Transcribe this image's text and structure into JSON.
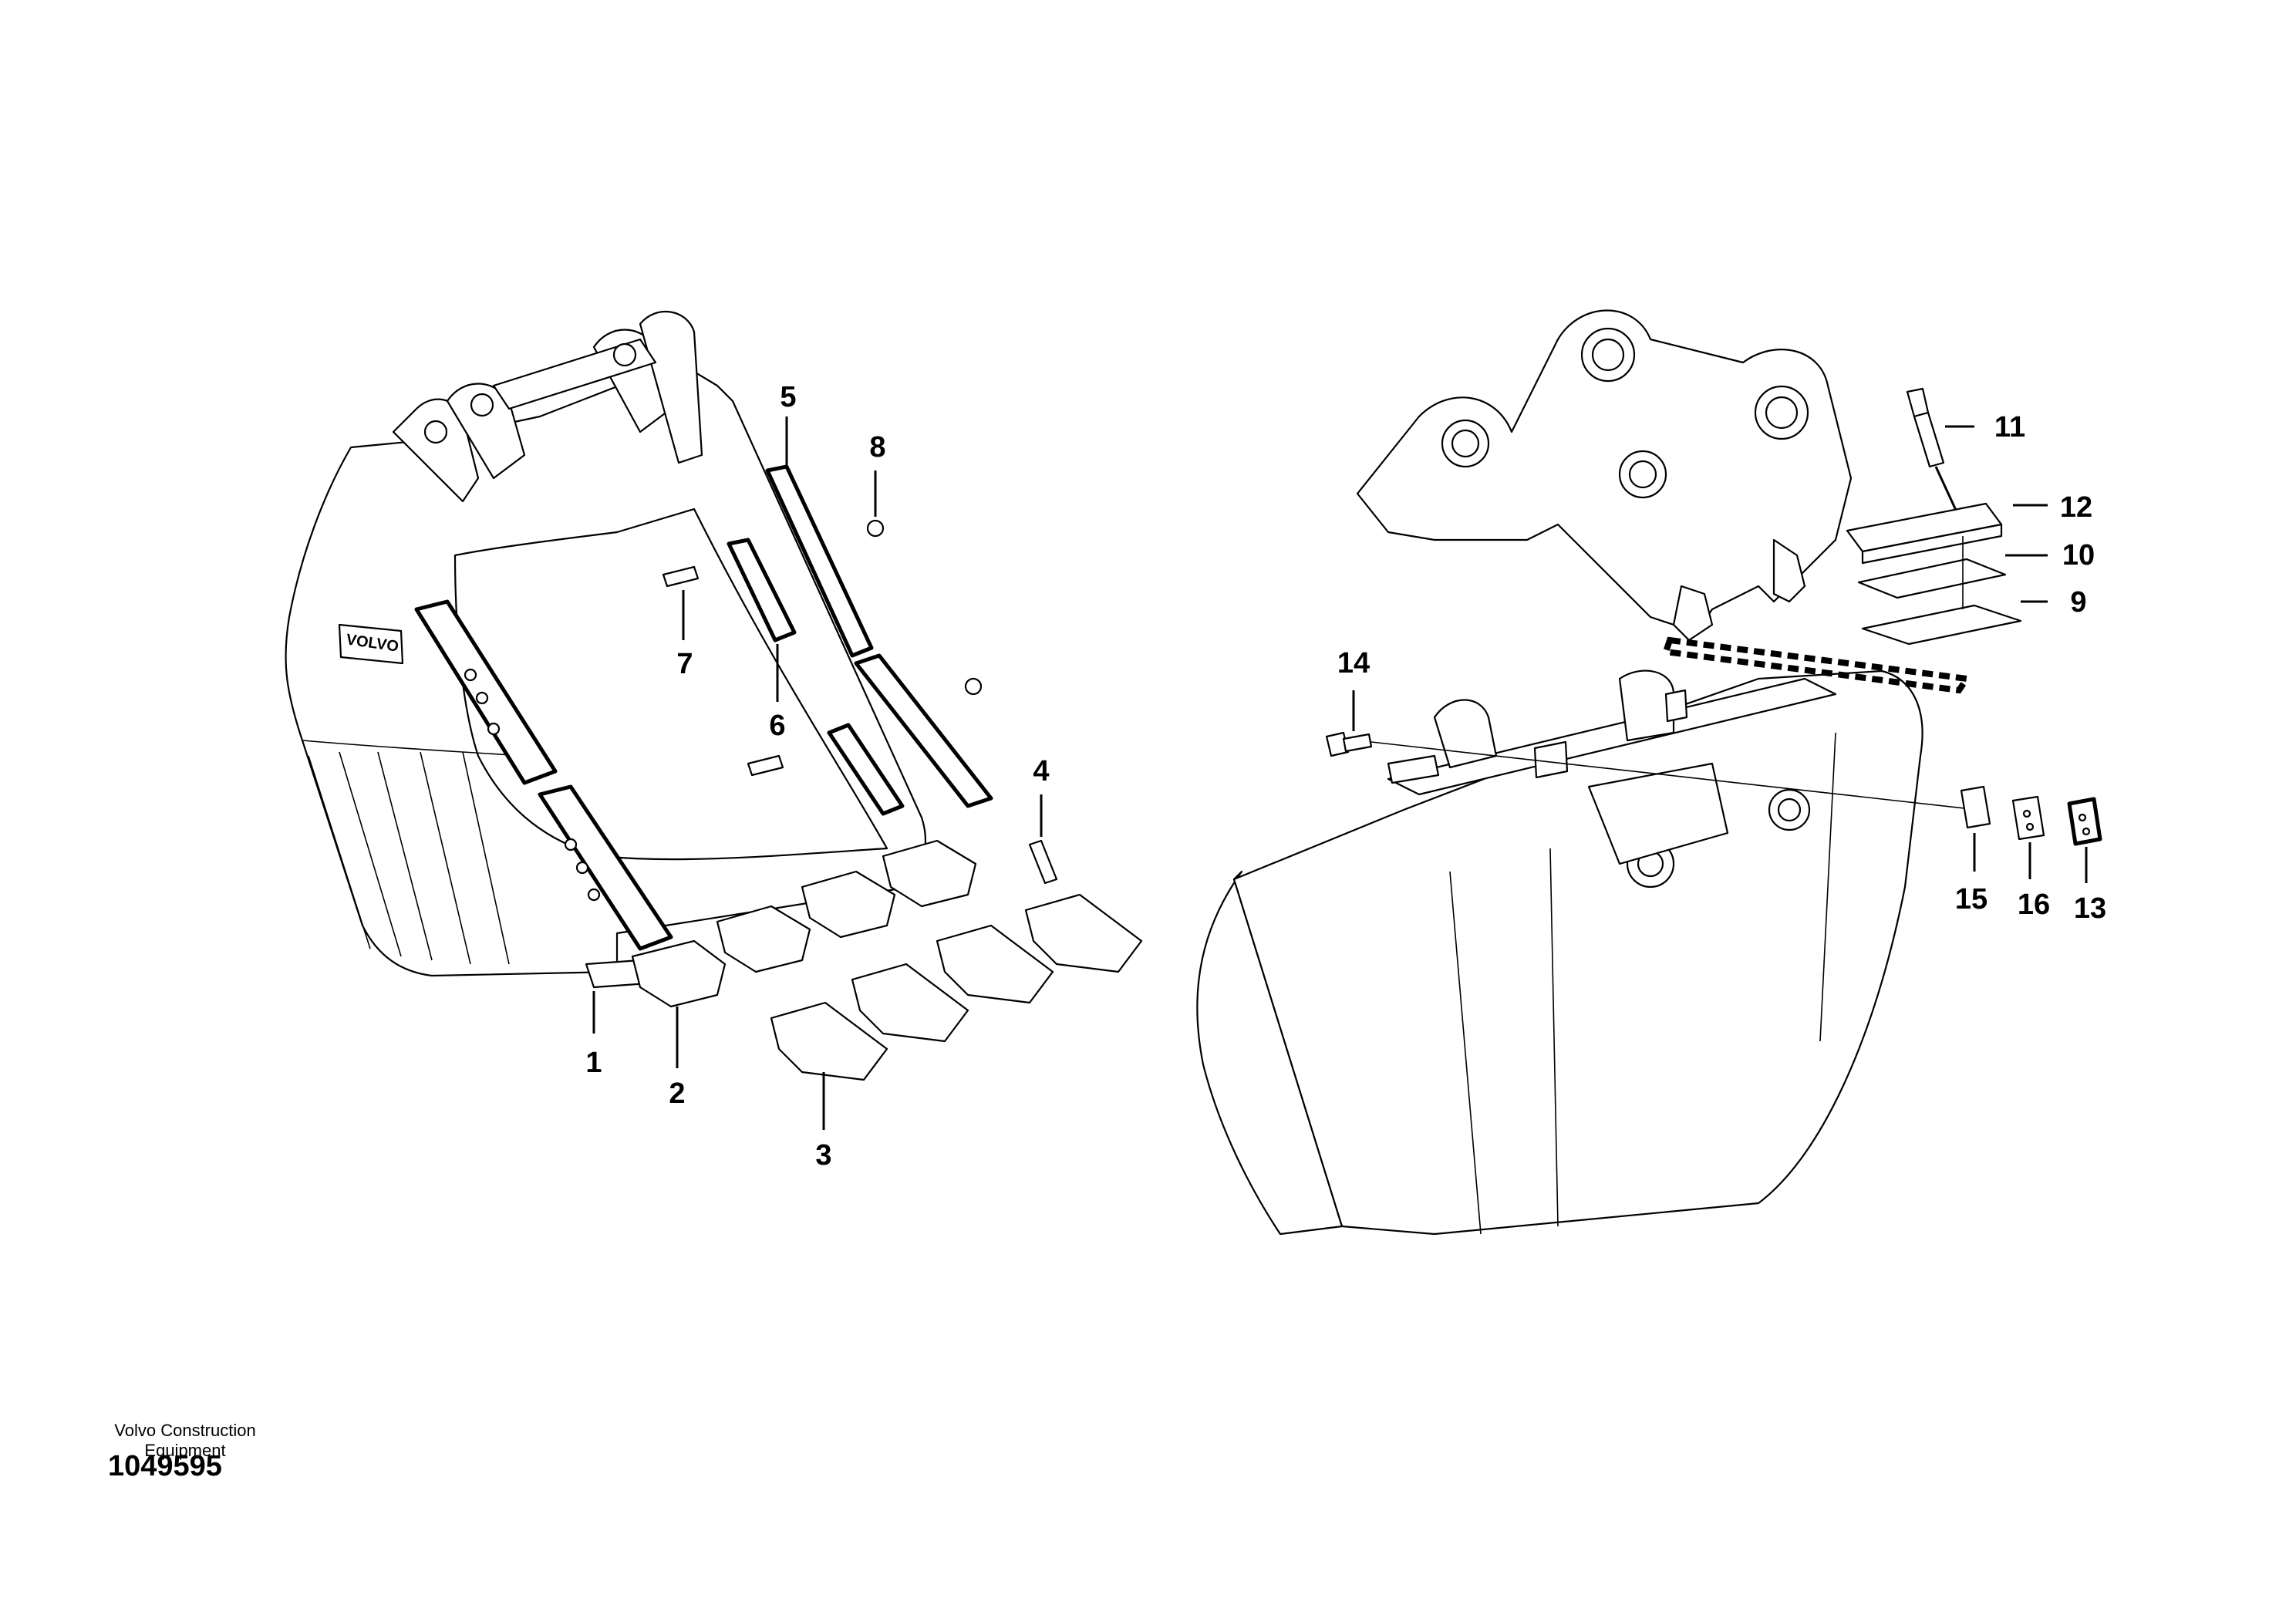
{
  "diagram": {
    "brand_marking": "VOLVO",
    "callouts": [
      "1",
      "2",
      "3",
      "4",
      "5",
      "6",
      "7",
      "8",
      "9",
      "10",
      "11",
      "12",
      "13",
      "14",
      "15",
      "16"
    ]
  },
  "footer": {
    "publisher_line1": "Volvo Construction",
    "publisher_line2": "Equipment",
    "document_number": "1049595"
  }
}
